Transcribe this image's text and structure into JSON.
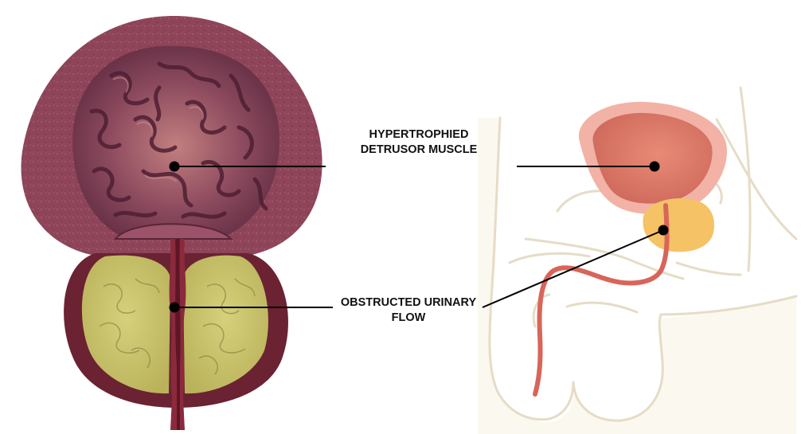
{
  "labels": {
    "detrusor": {
      "line1": "HYPERTROPHIED",
      "line2": "DETRUSOR MUSCLE"
    },
    "flow": {
      "line1": "OBSTRUCTED URINARY",
      "line2": "FLOW"
    }
  },
  "colors": {
    "bladder_outer": "#8e4459",
    "bladder_inner": "#6e3048",
    "rugae": "#4f1f33",
    "prostate_section": "#c9c26a",
    "prostate_capsule": "#6b2233",
    "urethra": "#8a2a3c",
    "body_outline": "#e6dcc6",
    "body_fill": "#fbf8ef",
    "sagittal_bladder": "#d9705f",
    "sagittal_bladder_wall": "#f2b2a6",
    "sagittal_prostate": "#f5c266",
    "sagittal_urethra": "#d8655a"
  }
}
